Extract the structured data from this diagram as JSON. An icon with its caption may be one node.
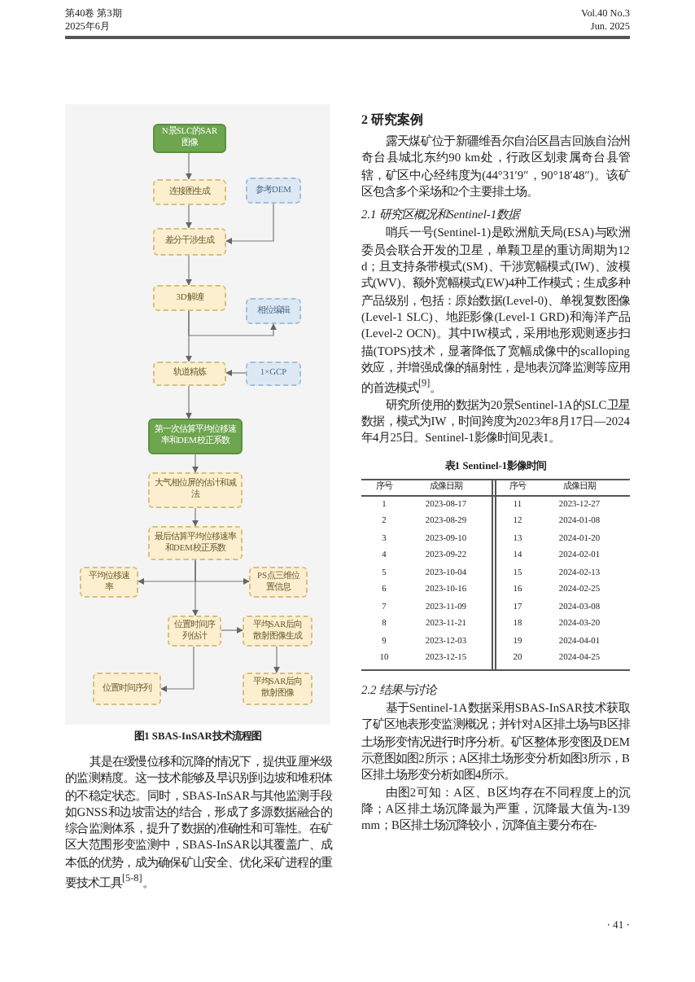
{
  "diagram": {
    "nodes": [
      {
        "text": [
          "N景SLC的SAR图像"
        ]
      },
      {
        "text": [
          "连接图生成"
        ]
      },
      {
        "text": [
          "参考DEM"
        ]
      },
      {
        "text": [
          "差分干涉生成"
        ]
      },
      {
        "text": [
          "3D解缠"
        ]
      },
      {
        "text": [
          "相位编辑"
        ]
      },
      {
        "text": [
          "轨道精炼"
        ]
      },
      {
        "text": [
          "1×GCP"
        ]
      },
      {
        "text": [
          "第一次估算平均位移速率和DEM校正系数"
        ]
      },
      {
        "text": [
          "大气相位屏的估计和减法"
        ]
      },
      {
        "text": [
          "最后估算平均位移速率和DEM校正系数"
        ]
      },
      {
        "text": [
          "平均位移速率"
        ]
      },
      {
        "text": [
          "PS点三维位置信息"
        ]
      },
      {
        "text": [
          "位置时间序列估计"
        ]
      },
      {
        "text": [
          "平均SAR后向散射图像生成"
        ]
      },
      {
        "text": [
          "位置时间序列"
        ]
      },
      {
        "text": [
          "平均SAR后向散射图像"
        ]
      }
    ],
    "edges": [
      {
        "from": 0,
        "to": 1,
        "arrow": "to"
      },
      {
        "from": 1,
        "to": 3,
        "arrow": "to"
      },
      {
        "from": 2,
        "to": 3,
        "arrow": "to"
      },
      {
        "from": 3,
        "to": 4,
        "arrow": "to"
      },
      {
        "from": 4,
        "to": 5,
        "arrow": "to"
      },
      {
        "from": 4,
        "to": 6,
        "arrow": "to"
      },
      {
        "from": 7,
        "to": 6,
        "arrow": "to"
      },
      {
        "from": 6,
        "to": 8,
        "arrow": "to"
      },
      {
        "from": 8,
        "to": 9,
        "arrow": "to"
      },
      {
        "from": 9,
        "to": 10,
        "arrow": "to"
      },
      {
        "from": 10,
        "to": 11,
        "arrow": "to"
      },
      {
        "from": 10,
        "to": 12,
        "arrow": "to"
      },
      {
        "from": 10,
        "to": 13,
        "arrow": "to"
      },
      {
        "from": 13,
        "to": 14,
        "arrow": "to"
      },
      {
        "from": 13,
        "to": 15,
        "arrow": "to"
      },
      {
        "from": 14,
        "to": 16,
        "arrow": "to"
      }
    ],
    "labels": [
      "第40卷 第3期",
      "2025年6月",
      "Vol.40 No.3",
      "Jun. 2025",
      "图1 SBAS-InSAR技术流程图",
      "其是在缓慢位移和沉降的情况下，提供亚厘米级的监测精度。这一技术能够及早识别到边坡和堆积体的不稳定状态。同时，SBAS-InSAR与其他监测手段如GNSS和边坡雷达的结合，形成了多源数据融合的综合监测体系，提升了数据的准确性和可靠性。在矿区大范围形变监测中，SBAS-InSAR以其覆盖广、成本低的优势，成为确保矿山安全、优化采矿进程的重要技术工具$^{[5-8]}$。",
      "2 研究案例",
      "露天煤矿位于新疆维吾尔自治区昌吉回族自治州奇台县城北东约90 km处，行政区划隶属奇台县管辖，矿区中心经纬度为(44°31′9″，90°18′48″)。该矿区包含多个采场和2个主要排土场。",
      "2.1 研究区概况和Sentinel-1数据",
      "哨兵一号(Sentinel-1)是欧洲航天局(ESA)与欧洲委员会联合开发的卫星，单颗卫星的重访周期为12 d；且支持条带模式(SM)、干涉宽幅模式(IW)、波模式(WV)、额外宽幅模式(EW)4种工作模式；生成多种产品级别，包括：原始数据(Level-0)、单视复数图像(Level-1 SLC)、地距影像(Level-1 GRD)和海洋产品(Level-2 OCN)。其中IW模式，采用地形观测逐步扫描(TOPS)技术，显著降低了宽幅成像中的scalloping效应，并增强成像的辐射性，是地表沉降监测等应用的首选模式$^{[9]}$。",
      "研究所使用的数据为20景Sentinel-1A的SLC卫星数据，模式为IW，时间跨度为2023年8月17日—2024年4月25日。Sentinel-1影像时间见表1。",
      "表1 Sentinel-1影像时间",
      "序号",
      "成像日期",
      "序号",
      "成像日期",
      "1",
      "2023-08-17",
      "11",
      "2023-12-27",
      "2",
      "2023-08-29",
      "12",
      "2024-01-08",
      "3",
      "2023-09-10",
      "13",
      "2024-01-20",
      "4",
      "2023-09-22",
      "14",
      "2024-02-01",
      "5",
      "2023-10-04",
      "15",
      "2024-02-13",
      "6",
      "2023-10-16",
      "16",
      "2024-02-25",
      "7",
      "2023-11-09",
      "17",
      "2024-03-08",
      "8",
      "2023-11-21",
      "18",
      "2024-03-20",
      "9",
      "2023-12-03",
      "19",
      "2024-04-01",
      "10",
      "2023-12-15",
      "20",
      "2024-04-25",
      "2.2 结果与讨论",
      "基于Sentinel-1A数据采用SBAS-InSAR技术获取了矿区地表形变监测概况；并针对A区排土场与B区排土场形变情况进行时序分析。矿区整体形变图及DEM示意图如图2所示；A区排土场形变分析如图3所示，B区排土场形变分析如图4所示。",
      "由图2可知：A区、B区均存在不同程度上的沉降；A区排土场沉降最为严重，沉降最大值为-139 mm；B区排土场沉降较小，沉降值主要分布在-",
      "· 41 ·"
    ]
  }
}
